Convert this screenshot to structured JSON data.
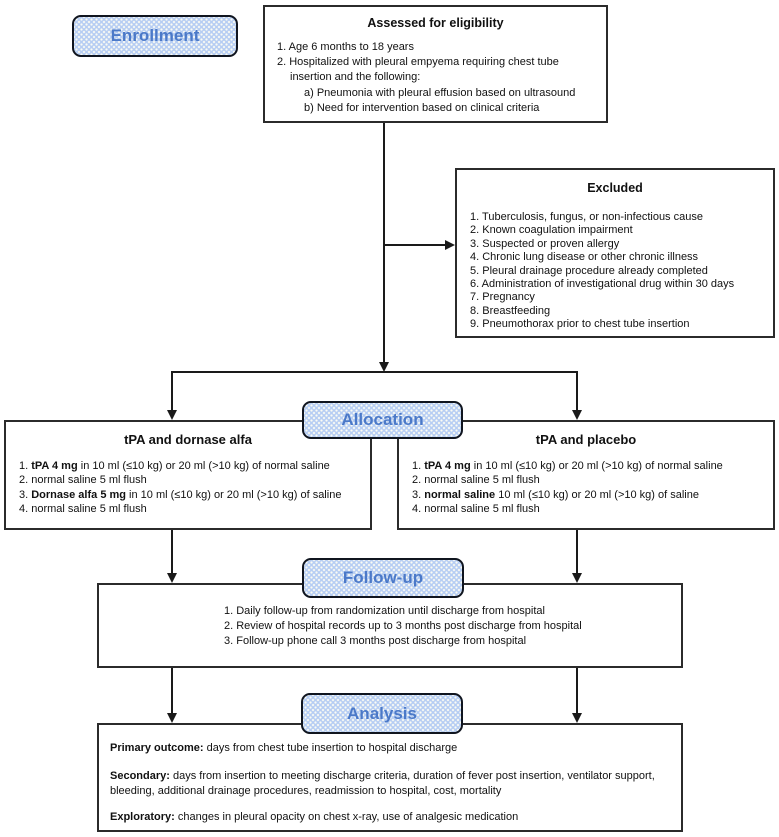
{
  "colors": {
    "badge_fill": "#b6cdf3",
    "badge_text": "#4b79c8",
    "badge_border": "#10151f",
    "box_border": "#2b2b2b",
    "line": "#1a1a1a"
  },
  "enrollment": {
    "label": "Enrollment"
  },
  "eligibility": {
    "title": "Assessed for eligibility",
    "lines": [
      "1. Age 6 months to 18 years",
      "2. Hospitalized with pleural empyema requiring chest tube",
      "insertion and the following:",
      "a) Pneumonia with pleural effusion based on ultrasound",
      "b) Need for intervention based on clinical criteria"
    ]
  },
  "excluded": {
    "title": "Excluded",
    "items": [
      "1. Tuberculosis, fungus, or non-infectious cause",
      "2. Known coagulation impairment",
      "3. Suspected or proven allergy",
      "4. Chronic lung disease or other chronic illness",
      "5. Pleural drainage procedure already completed",
      "6. Administration of investigational drug within 30 days",
      "7. Pregnancy",
      "8. Breastfeeding",
      "9. Pneumothorax prior to chest tube insertion"
    ]
  },
  "allocation": {
    "label": "Allocation"
  },
  "arms": [
    {
      "title": "tPA and dornase alfa",
      "items": [
        {
          "pre": "1. ",
          "bold": "tPA 4 mg",
          "rest": " in 10 ml (≤10 kg) or 20 ml (>10 kg) of normal saline"
        },
        {
          "pre": "2. ",
          "bold": "",
          "rest": "normal saline 5 ml flush"
        },
        {
          "pre": "3. ",
          "bold": "Dornase alfa 5 mg",
          "rest": " in 10 ml (≤10 kg) or 20 ml (>10 kg) of saline"
        },
        {
          "pre": "4. ",
          "bold": "",
          "rest": "normal saline 5 ml flush"
        }
      ]
    },
    {
      "title": "tPA and placebo",
      "items": [
        {
          "pre": "1. ",
          "bold": "tPA 4 mg",
          "rest": " in 10 ml (≤10 kg) or 20 ml (>10 kg) of normal saline"
        },
        {
          "pre": "2. ",
          "bold": "",
          "rest": "normal saline 5 ml flush"
        },
        {
          "pre": "3. ",
          "bold": "normal saline",
          "rest": " 10 ml (≤10 kg) or 20 ml (>10 kg) of saline"
        },
        {
          "pre": "4. ",
          "bold": "",
          "rest": "normal saline 5 ml flush"
        }
      ]
    }
  ],
  "followup": {
    "label": "Follow-up",
    "items": [
      "1. Daily follow-up from randomization until discharge from hospital",
      "2. Review of hospital records up to 3 months post discharge from hospital",
      "3. Follow-up phone call 3 months post discharge from hospital"
    ]
  },
  "analysis": {
    "label": "Analysis",
    "paragraphs": [
      {
        "bold": "Primary outcome:",
        "rest": " days from chest tube insertion to hospital discharge"
      },
      {
        "bold": "Secondary:",
        "rest": " days from insertion to meeting discharge criteria, duration of fever post insertion, ventilator support, bleeding, additional drainage procedures, readmission to hospital, cost, mortality"
      },
      {
        "bold": "Exploratory:",
        "rest": " changes in pleural opacity on chest x-ray, use of analgesic medication"
      }
    ]
  }
}
